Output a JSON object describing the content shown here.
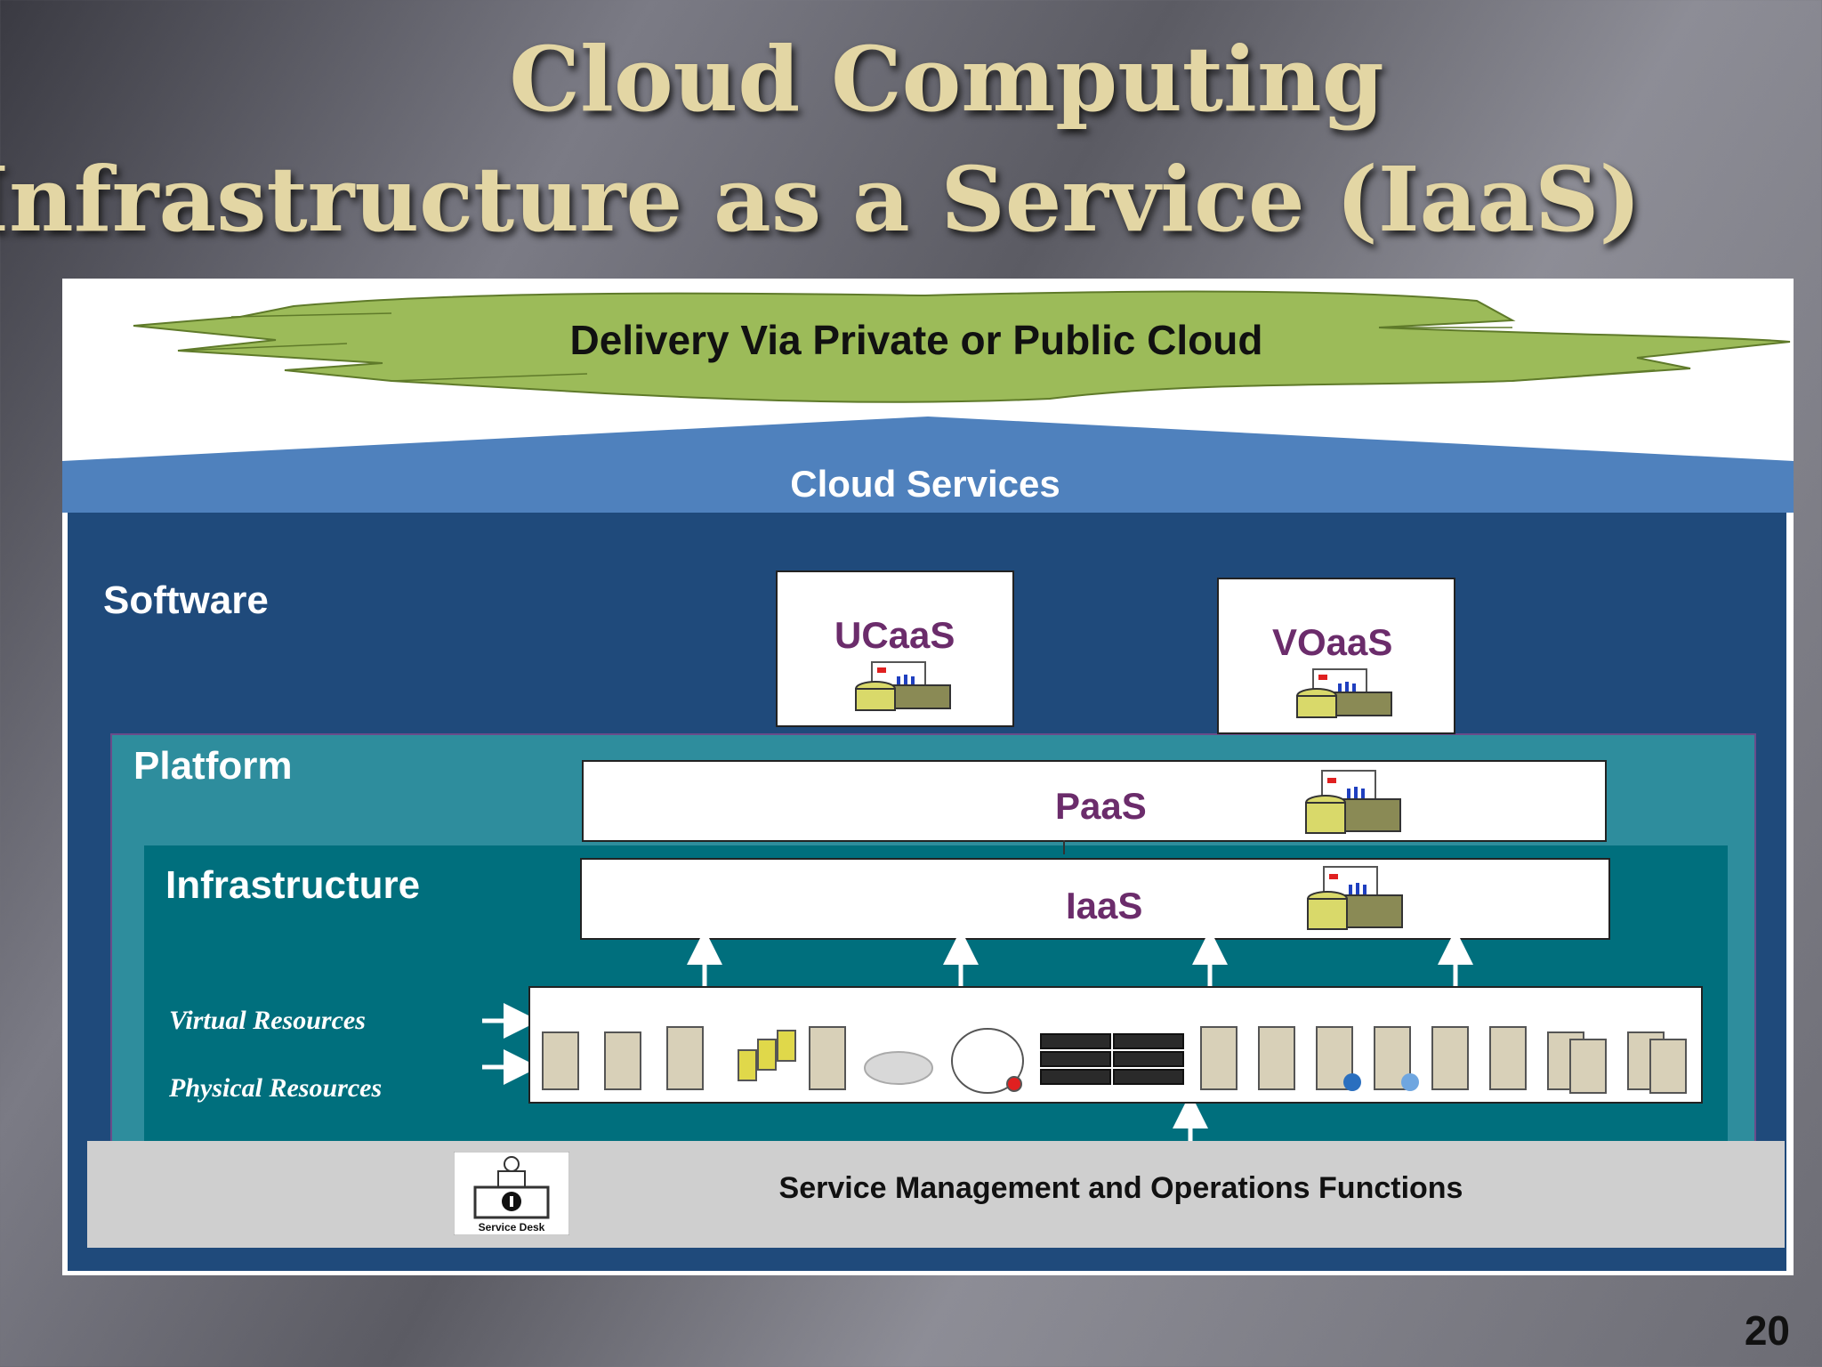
{
  "slide": {
    "title_line1": "Cloud Computing",
    "title_line2": "Infrastructure as a Service (IaaS)",
    "page_number": "20"
  },
  "diagram": {
    "cloud_label": "Delivery Via Private or Public Cloud",
    "cloud_services_label": "Cloud  Services",
    "layers": {
      "software": "Software",
      "platform": "Platform",
      "infrastructure": "Infrastructure"
    },
    "services": {
      "ucaas": "UCaaS",
      "voaas": "VOaaS",
      "paas": "PaaS",
      "iaas": "IaaS"
    },
    "resources": {
      "virtual": "Virtual Resources",
      "physical": "Physical Resources"
    },
    "management": "Service Management and Operations Functions",
    "service_desk": "Service Desk",
    "colors": {
      "cloud_fill": "#9cbb59",
      "roof_fill": "#4f81bd",
      "software_layer": "#1f4a7b",
      "platform_layer": "#2e8d9d",
      "infrastructure_layer": "#006f7d",
      "management_bar": "#cfcfcf",
      "service_label": "#6b2c6b",
      "title": "#e3d6a4"
    }
  }
}
